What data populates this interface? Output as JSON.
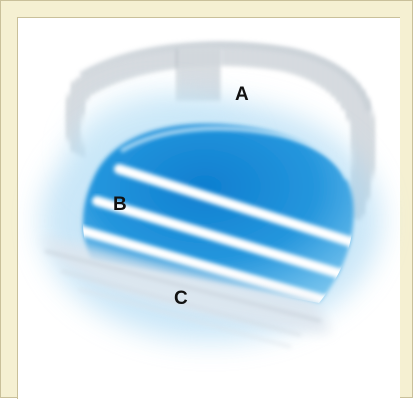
{
  "labels": {
    "a": "A",
    "b": "B",
    "c": "C"
  },
  "colors": {
    "frame_background": "#f5f0d2",
    "frame_border": "#c9c09a",
    "panel_background": "#ffffff",
    "dome_blue": "#1f8fd9",
    "halo_blue": "#9fd3f2",
    "stripe_white": "#ffffff",
    "ring_gray": "#9aa4ad"
  }
}
